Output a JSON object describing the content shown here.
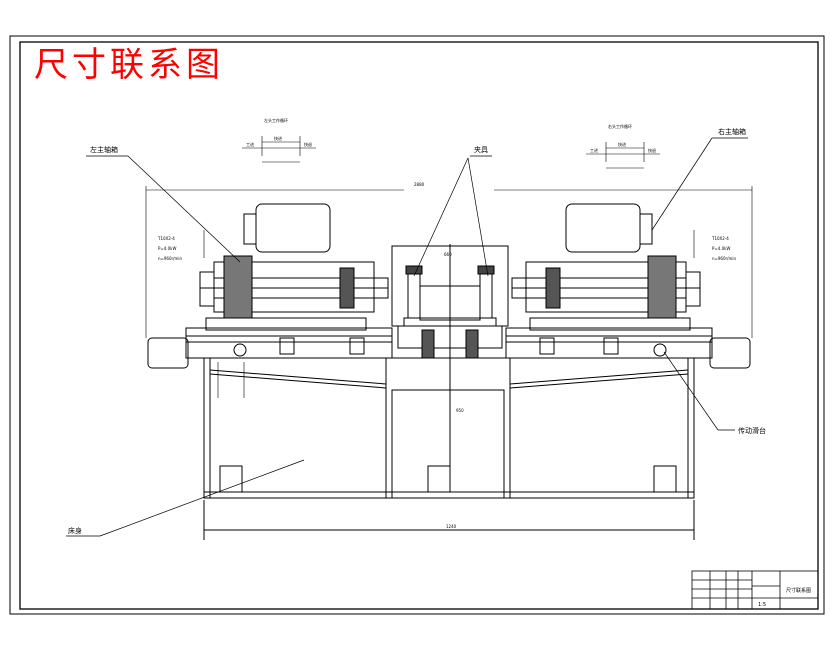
{
  "title": "尺寸联系图",
  "labels": {
    "left_spindle": "左主轴箱",
    "right_spindle": "右主轴箱",
    "fixture": "夹具",
    "slide": "传动滑台",
    "bed": "床身",
    "left_cycle": "左头工作循环",
    "right_cycle": "右头工作循环",
    "left_cycle_a": "快进",
    "left_cycle_b": "工进",
    "left_cycle_c": "快退",
    "right_cycle_a": "快进",
    "right_cycle_b": "工进",
    "right_cycle_c": "快退",
    "left_motor_spec": "T10X2-4",
    "left_motor_kw": "P=4.0kW",
    "left_motor_rpm": "n=960r/min",
    "right_motor_spec": "T10X2-4",
    "right_motor_kw": "P=4.0kW",
    "right_motor_rpm": "n=960r/min",
    "overall_width": "2880",
    "bed_width": "1240",
    "center_dim": "660",
    "fixture_height": "950"
  },
  "title_block": {
    "drawing_name": "尺寸联系图",
    "ratio": "1:5"
  }
}
